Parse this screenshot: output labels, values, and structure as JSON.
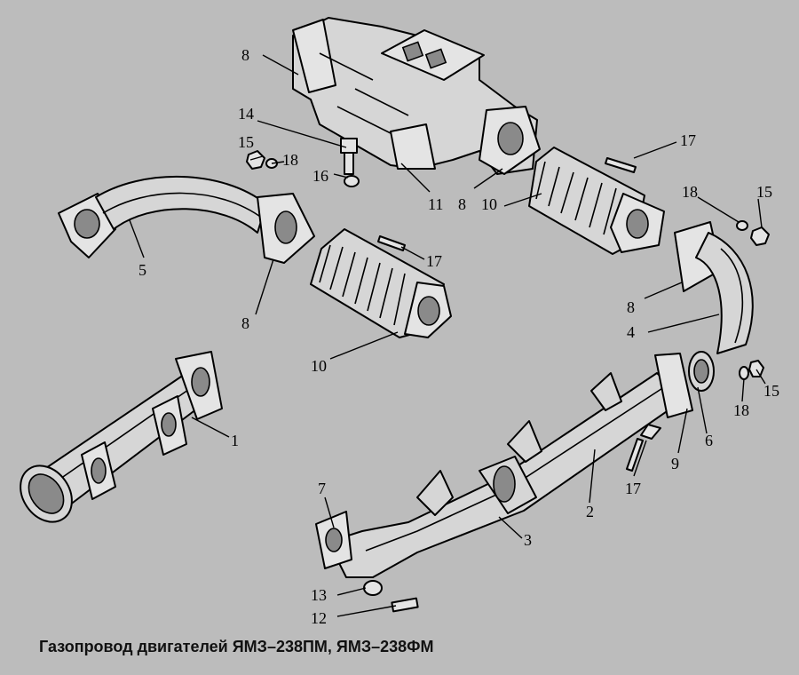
{
  "caption": "Газопровод двигателей ЯМЗ–238ПМ, ЯМЗ–238ФМ",
  "callouts": [
    {
      "id": "c8-top",
      "text": "8"
    },
    {
      "id": "c14",
      "text": "14"
    },
    {
      "id": "c15-left",
      "text": "15"
    },
    {
      "id": "c18-left",
      "text": "18"
    },
    {
      "id": "c16",
      "text": "16"
    },
    {
      "id": "c11",
      "text": "11"
    },
    {
      "id": "c8-mid",
      "text": "8"
    },
    {
      "id": "c10-right",
      "text": "10"
    },
    {
      "id": "c17-top",
      "text": "17"
    },
    {
      "id": "c18-right",
      "text": "18"
    },
    {
      "id": "c15-right",
      "text": "15"
    },
    {
      "id": "c5",
      "text": "5"
    },
    {
      "id": "c8-left",
      "text": "8"
    },
    {
      "id": "c17-mid",
      "text": "17"
    },
    {
      "id": "c10-left",
      "text": "10"
    },
    {
      "id": "c8-right",
      "text": "8"
    },
    {
      "id": "c4",
      "text": "4"
    },
    {
      "id": "c1",
      "text": "1"
    },
    {
      "id": "c15-low",
      "text": "15"
    },
    {
      "id": "c18-low",
      "text": "18"
    },
    {
      "id": "c6",
      "text": "6"
    },
    {
      "id": "c9",
      "text": "9"
    },
    {
      "id": "c17-low",
      "text": "17"
    },
    {
      "id": "c2",
      "text": "2"
    },
    {
      "id": "c7",
      "text": "7"
    },
    {
      "id": "c3",
      "text": "3"
    },
    {
      "id": "c13",
      "text": "13"
    },
    {
      "id": "c12",
      "text": "12"
    }
  ]
}
